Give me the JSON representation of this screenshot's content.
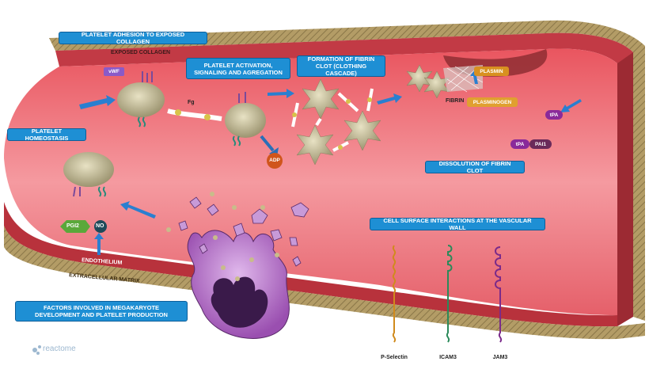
{
  "boxes": {
    "adhesion": "PLATELET ADHESION TO EXPOSED COLLAGEN",
    "activation": "PLATELET ACTIVATION, SIGNALING AND AGREGATION",
    "fibrin_clot": "FORMATION OF FIBRIN CLOT (CLOTHING CASCADE)",
    "homeostasis": "PLATELET HOMEOSTASIS",
    "dissolution": "DISSOLUTION OF FIBRIN CLOT",
    "cell_surface": "CELL SURFACE INTERACTIONS AT THE VASCULAR WALL",
    "megakaryote": "FACTORS INVOLVED IN MEGAKARYOTE DEVELOPMENT AND PLATELET PRODUCTION"
  },
  "labels": {
    "exposed_collagen": "EXPOSED COLLAGEN",
    "vwf": "vWF",
    "fg": "Fg",
    "adp": "ADP",
    "fibrin": "FIBRIN",
    "plasmin": "PLASMIN",
    "plasminogen": "PLASMINOGEN",
    "tpa_1": "tPA",
    "tpa_2": "tPA",
    "pai1": "PAI1",
    "pgi2": "PGI2",
    "no": "NO",
    "endothelium": "ENDOTHELIUM",
    "ecm": "EXTRACELLULAR MATRIX"
  },
  "molecules": [
    "P-Selectin",
    "ICAM3",
    "JAM3"
  ],
  "logo": "reactome",
  "colors": {
    "vessel_lumen": "#f07a84",
    "vessel_wall": "#c23a45",
    "matrix": "#a8956a",
    "box_fill": "#1e8fd4",
    "platelet": "#b8b088",
    "megakaryocyte": "#9a4fb0",
    "selectin": "#d08a1c",
    "icam": "#2a8a5a",
    "jam": "#7a2a8a"
  }
}
